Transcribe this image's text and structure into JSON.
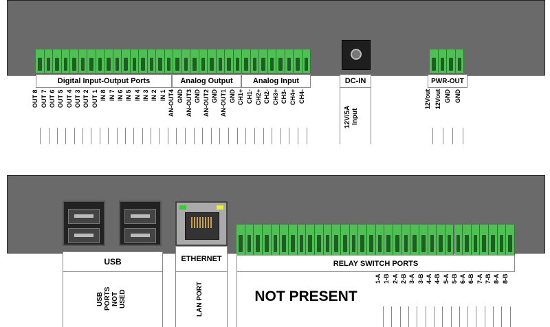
{
  "top": {
    "groups": [
      {
        "label": "Digital Input-Output Ports",
        "pins": [
          "OUT 8",
          "OUT 7",
          "OUT 6",
          "OUT 5",
          "OUT 4",
          "OUT 3",
          "OUT 2",
          "OUT 1",
          "IN 8",
          "IN 7",
          "IN 6",
          "IN 5",
          "IN 4",
          "IN 3",
          "IN 2",
          "IN 1"
        ]
      },
      {
        "label": "Analog Output",
        "pins": [
          "AN-OUT4",
          "GND",
          "AN-OUT3",
          "GND",
          "AN-OUT2",
          "GND",
          "AN-OUT1",
          "GND"
        ]
      },
      {
        "label": "Analog Input",
        "pins": [
          "CH1+",
          "CH1-",
          "CH2+",
          "CH2-",
          "CH3+",
          "CH3-",
          "CH4+",
          "CH4-"
        ]
      }
    ],
    "dc_in": {
      "label": "DC-IN",
      "spec": "12V/5A\nInput"
    },
    "pwr_out": {
      "label": "PWR-OUT",
      "pins": [
        "12Vout",
        "12Vout",
        "GND",
        "GND"
      ]
    }
  },
  "bottom": {
    "usb": {
      "label": "USB",
      "desc": "USB\nPORTS\nNOT\nUSED"
    },
    "ethernet": {
      "label": "ETHERNET",
      "desc": "LAN PORT"
    },
    "relay": {
      "label": "RELAY SWITCH PORTS",
      "note": "NOT PRESENT",
      "pins": [
        "1-A",
        "1-B",
        "2-A",
        "2-B",
        "3-A",
        "3-B",
        "4-A",
        "4-B",
        "5-A",
        "5-B",
        "6-A",
        "6-B",
        "7-A",
        "7-B",
        "8-A",
        "8-B"
      ]
    }
  }
}
